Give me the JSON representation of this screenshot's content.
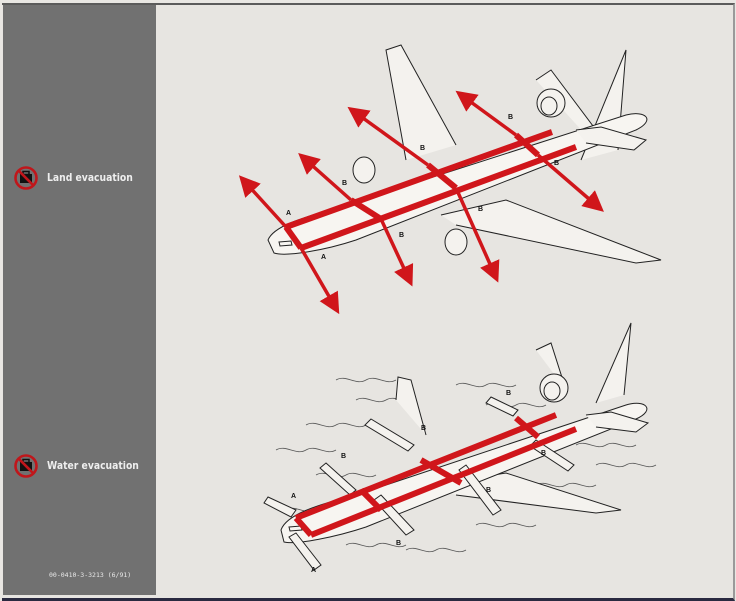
{
  "sidebar": {
    "sections": [
      {
        "label": "Land evacuation",
        "icon": "no-baggage-icon"
      },
      {
        "label": "Water evacuation",
        "icon": "no-baggage-icon"
      }
    ],
    "document_number": "00-0410-3-3213 (6/91)"
  },
  "diagrams": {
    "land": {
      "exit_labels": [
        "A",
        "A",
        "B",
        "B",
        "B",
        "B",
        "B",
        "B"
      ]
    },
    "water": {
      "exit_labels": [
        "A",
        "A",
        "B",
        "B",
        "B",
        "B",
        "B",
        "B"
      ]
    }
  },
  "colors": {
    "sidebar": "#717171",
    "paper": "#e7e5e1",
    "route_red": "#d0161b",
    "prohibition_red": "#c0161b"
  }
}
